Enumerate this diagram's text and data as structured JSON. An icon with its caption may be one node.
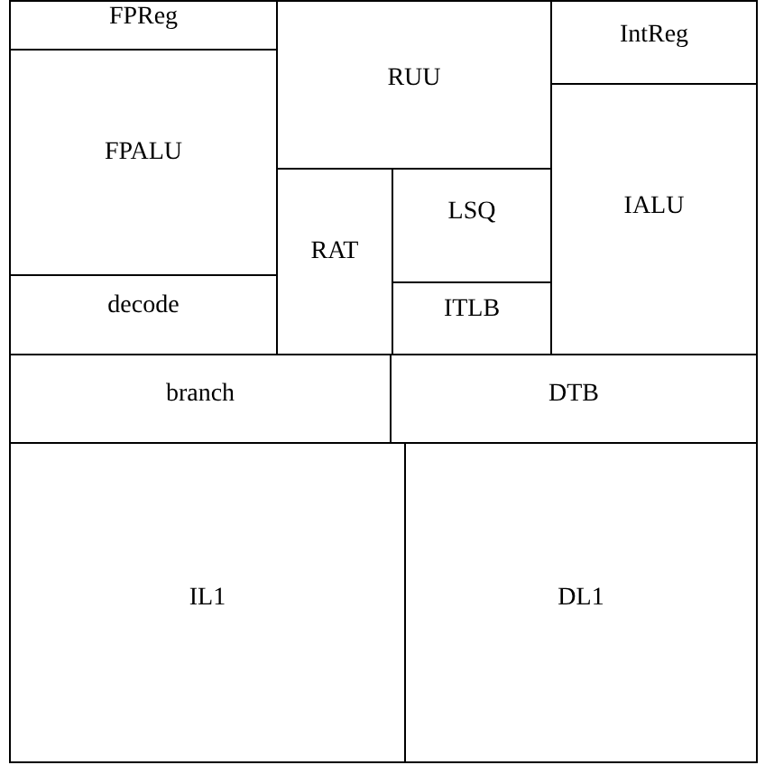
{
  "diagram": {
    "nodes": [
      {
        "text": [
          "FPReg"
        ]
      },
      {
        "text": [
          "RUU"
        ]
      },
      {
        "text": [
          "IntReg"
        ]
      },
      {
        "text": [
          "FPALU"
        ]
      },
      {
        "text": [
          "LSQ"
        ]
      },
      {
        "text": [
          "IALU"
        ]
      },
      {
        "text": [
          "RAT"
        ]
      },
      {
        "text": [
          "ITLB"
        ]
      },
      {
        "text": [
          "decode"
        ]
      },
      {
        "text": [
          "branch"
        ]
      },
      {
        "text": [
          "DTB"
        ]
      },
      {
        "text": [
          "IL1"
        ]
      },
      {
        "text": [
          "DL1"
        ]
      }
    ]
  }
}
